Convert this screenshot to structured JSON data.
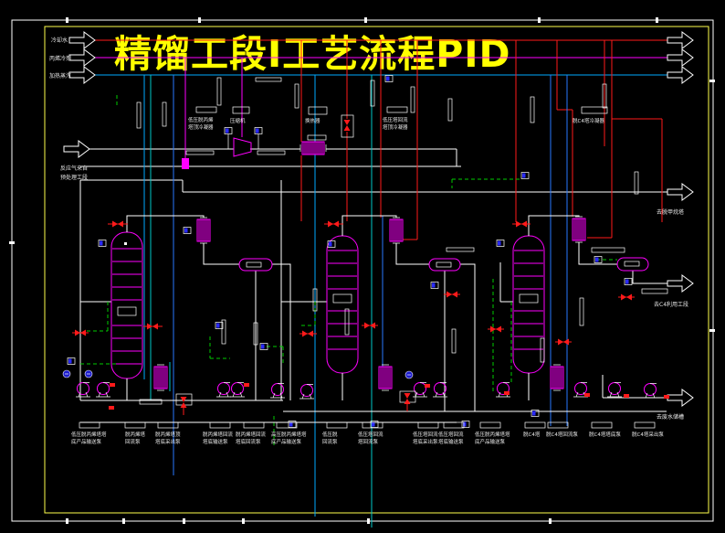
{
  "title": "精馏工段Ⅰ工艺流程PID",
  "streams": {
    "in1": "冷却水",
    "in2": "丙烯冷剂",
    "in3": "加热蒸汽",
    "feed1": "反应气来自",
    "feed2": "预处理工段"
  },
  "outs": {
    "o1": "去脱甲烷塔",
    "o2": "去C4利用工段",
    "o3": "去废水储槽"
  },
  "equipment": {
    "cond1a": "低压脱丙烯",
    "cond1b": "塔顶冷凝器",
    "comp": "压缩机",
    "hx": "换热器",
    "cond2a": "低压塔回流",
    "cond2b": "塔顶冷凝器",
    "cond3": "脱C4塔冷凝器"
  },
  "pumps": [
    {
      "l1": "低压脱丙烯塔塔",
      "l2": "底产品输送泵"
    },
    {
      "l1": "脱丙烯塔",
      "l2": "回流泵"
    },
    {
      "l1": "脱丙烯塔顶",
      "l2": "塔底采出泵"
    },
    {
      "l1": "脱丙烯塔回流",
      "l2": "塔底输送泵"
    },
    {
      "l1": "脱丙烯塔回流",
      "l2": "塔底回流泵"
    },
    {
      "l1": "高压脱丙烯塔塔",
      "l2": "底产品输送泵"
    },
    {
      "l1": "低压脱",
      "l2": "回流泵"
    },
    {
      "l1": "低压塔回流",
      "l2": "塔回流泵"
    },
    {
      "l1": "低压塔回流",
      "l2": "塔底采出泵"
    },
    {
      "l1": "低压塔回流",
      "l2": "塔底输送泵"
    },
    {
      "l1": "低压脱丙烯塔塔",
      "l2": "底产品输送泵"
    },
    {
      "l1": "脱C4塔",
      "l2": ""
    },
    {
      "l1": "脱C4塔回流泵",
      "l2": ""
    },
    {
      "l1": "脱C4塔塔底泵",
      "l2": ""
    },
    {
      "l1": "脱C4塔采出泵",
      "l2": ""
    }
  ],
  "colors": {
    "background": "#000000",
    "frame_yellow": "#ffff4d",
    "title_yellow": "#ffff00",
    "hot_red": "#ff1a1a",
    "magenta": "#ff00ff",
    "blue": "#2979ff",
    "cyan": "#00aaff",
    "signal_green": "#00cc00",
    "line_white": "#ffffff"
  }
}
